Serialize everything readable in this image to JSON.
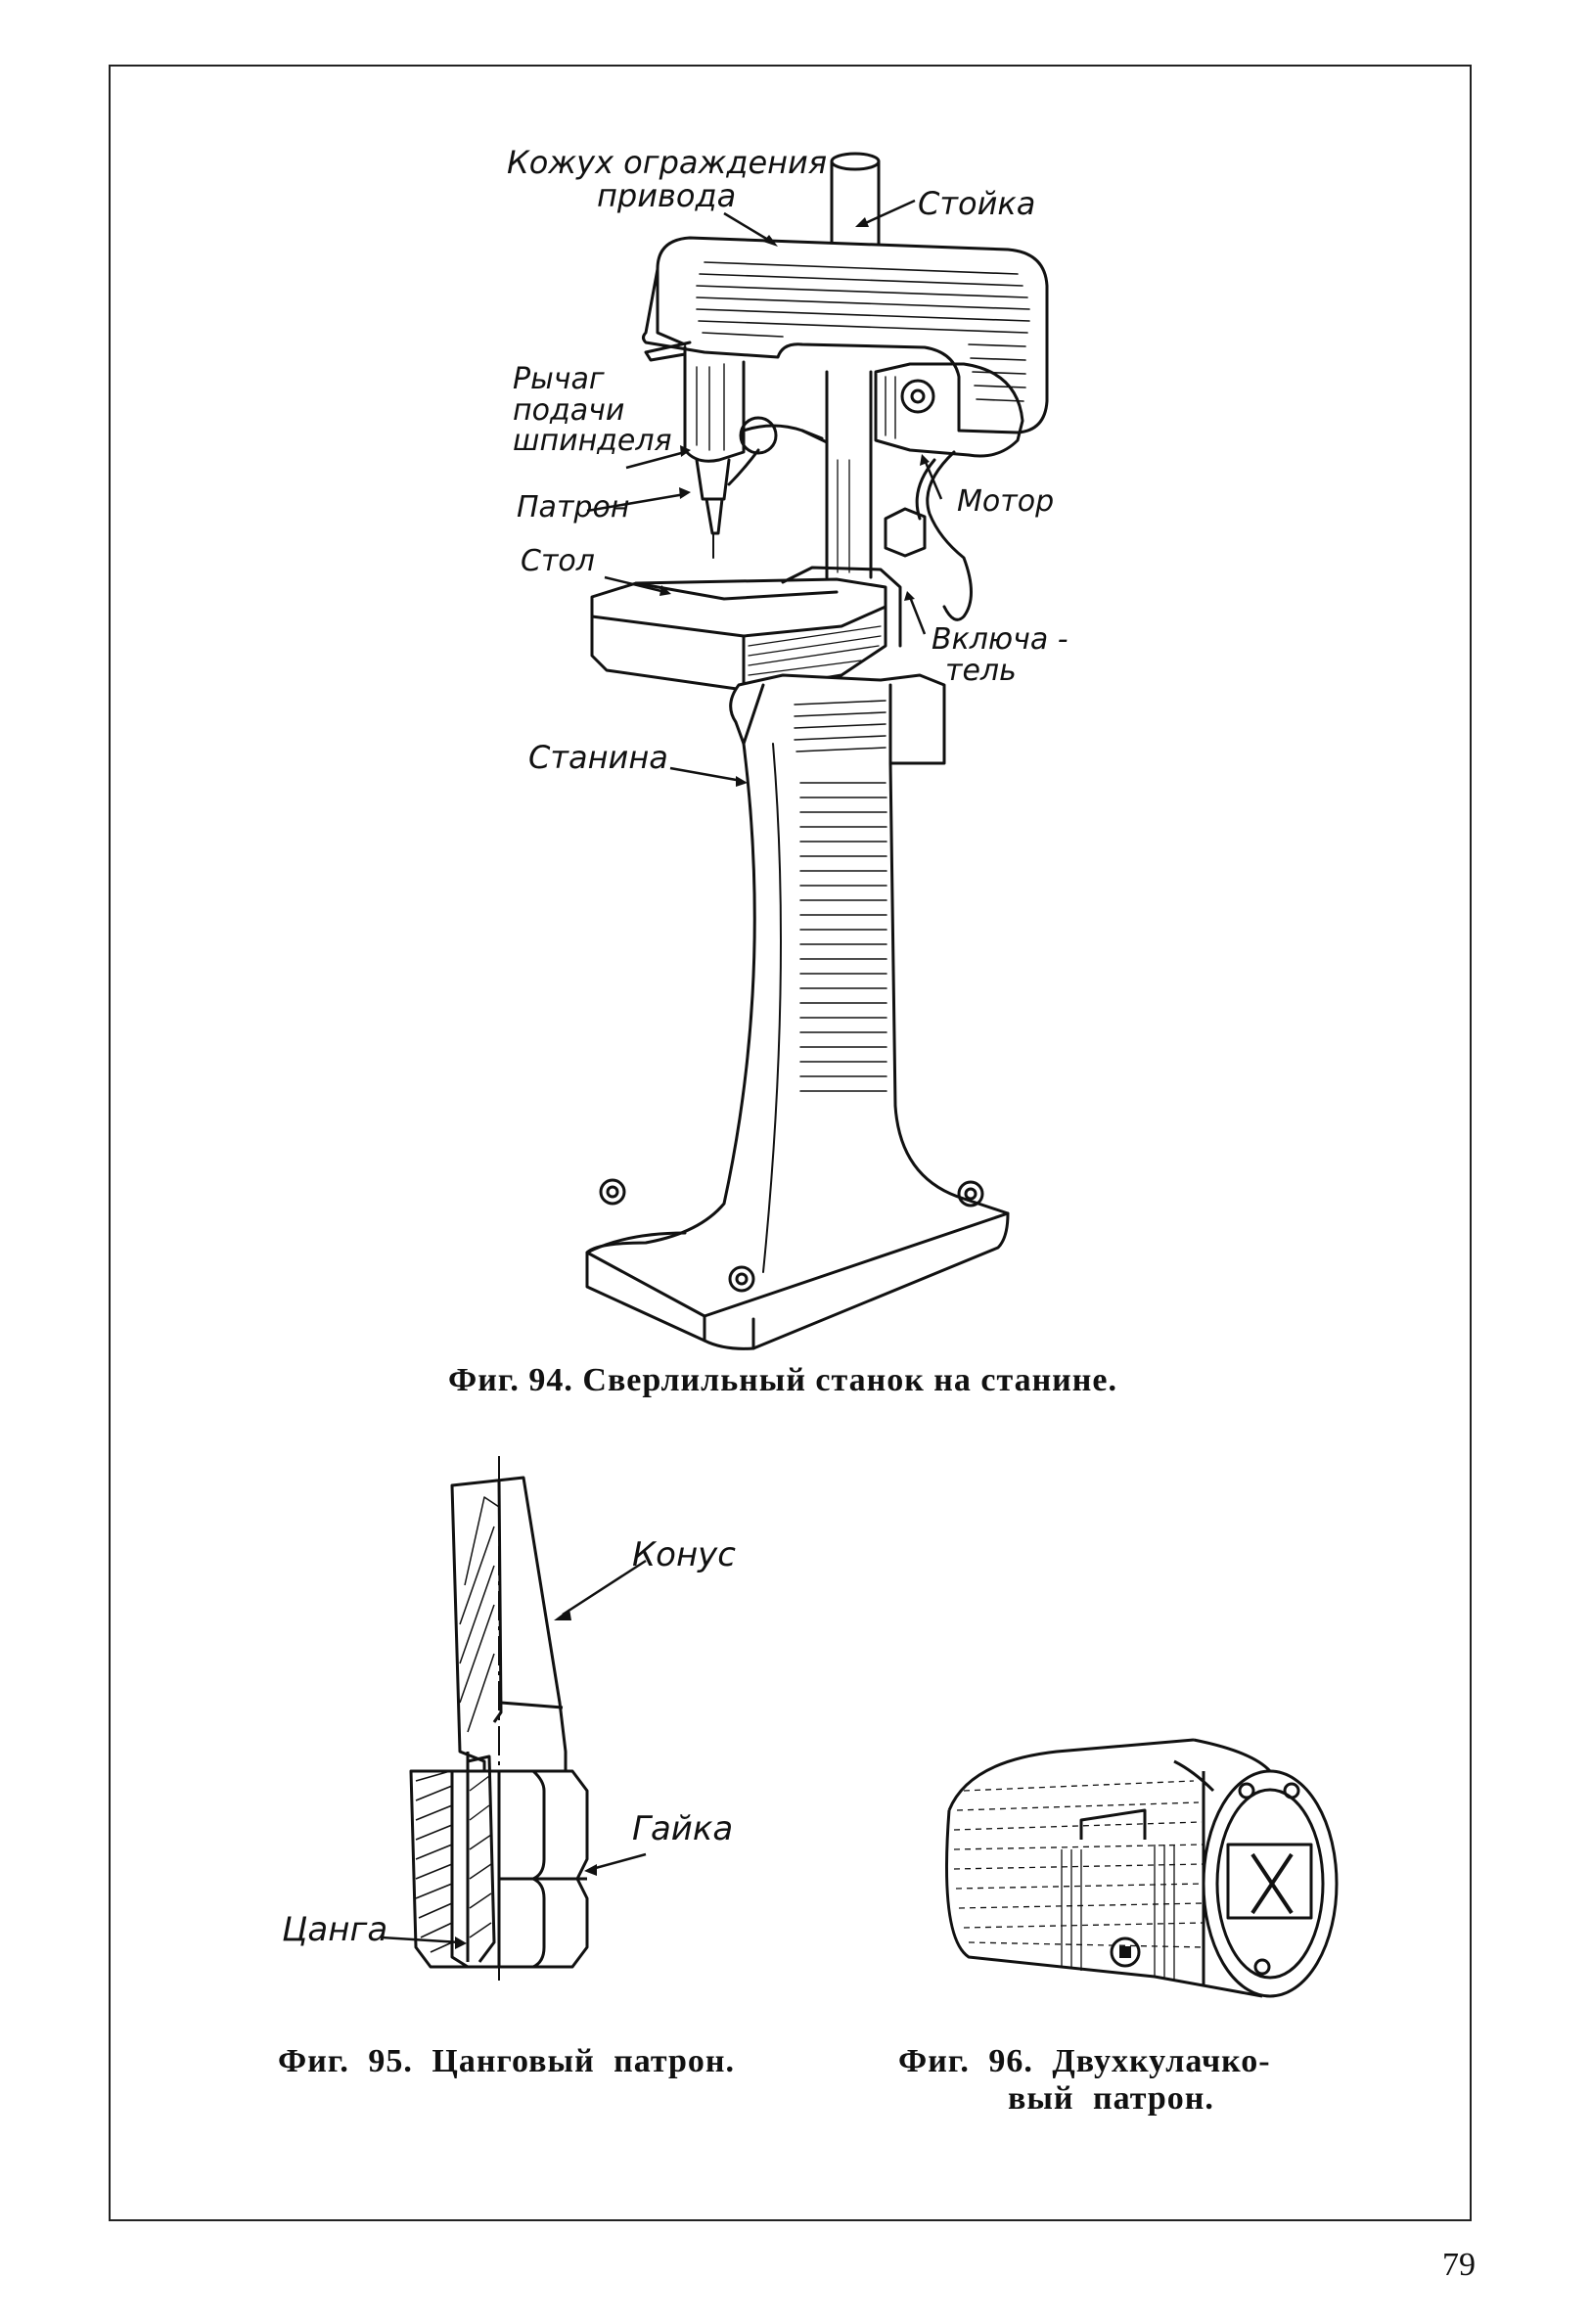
{
  "page": {
    "number": "79"
  },
  "fig94": {
    "caption": "Фиг. 94. Сверлильный станок на станине.",
    "labels": {
      "guard_line1": "Кожух ограждения",
      "guard_line2": "привода",
      "column": "Стойка",
      "lever_line1": "Рычаг",
      "lever_line2": "подачи",
      "lever_line3": "шпинделя",
      "chuck": "Патрон",
      "motor": "Мотор",
      "table": "Стол",
      "switch_line1": "Включа -",
      "switch_line2": "тель",
      "bed": "Станина"
    }
  },
  "fig95": {
    "caption": "Фиг. 95. Цанговый патрон.",
    "labels": {
      "cone": "Конус",
      "nut": "Гайка",
      "collet": "Цанга"
    }
  },
  "fig96": {
    "caption_line1": "Фиг. 96. Двухкулачко-",
    "caption_line2": "вый патрон."
  }
}
